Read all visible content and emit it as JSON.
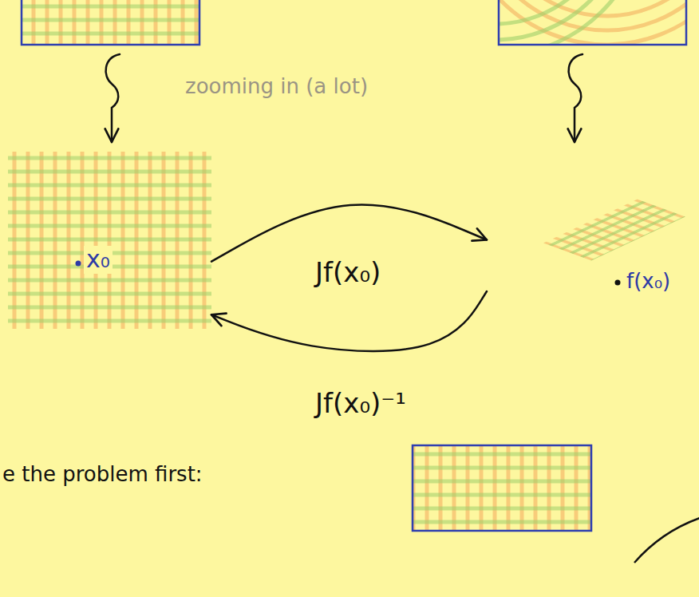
{
  "diagram": {
    "nodes": [
      {
        "text": [
          "x₀"
        ]
      },
      {
        "text": [
          "f(x₀)"
        ]
      }
    ],
    "edges": [
      {
        "from": 0,
        "to": 1,
        "arrow": "to",
        "label": "Jf(x₀)"
      },
      {
        "from": 1,
        "to": 0,
        "arrow": "to",
        "label": "Jf(x₀)⁻¹"
      }
    ],
    "labels": [
      "zooming in (a lot)",
      "e the problem first:"
    ]
  }
}
